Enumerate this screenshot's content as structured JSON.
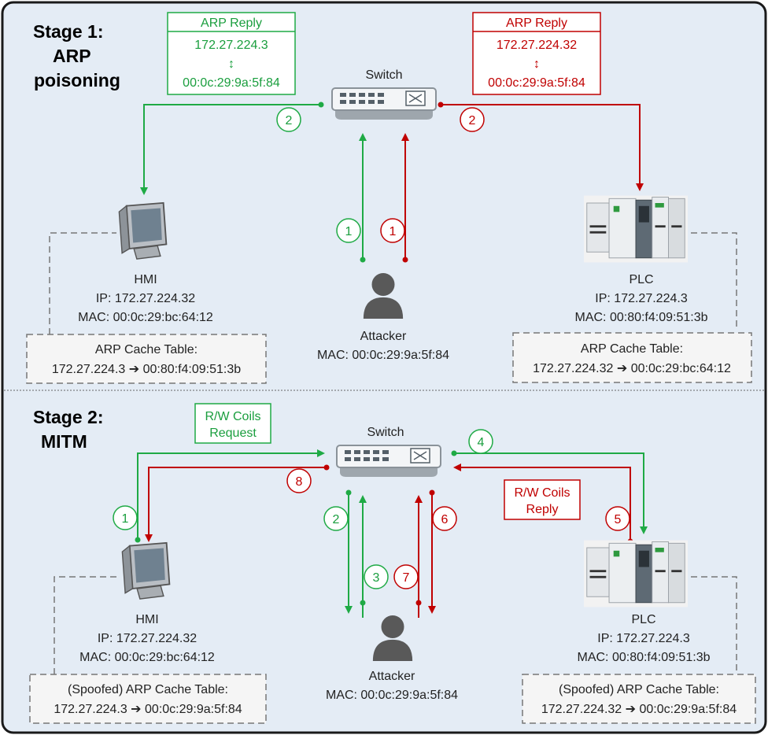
{
  "colors": {
    "green": "#1faa45",
    "red": "#c00000",
    "panel": "#e4ecf5",
    "border": "#1a1a1a"
  },
  "stage1": {
    "title_line1": "Stage 1:",
    "title_line2": "ARP",
    "title_line3": "poisoning",
    "switch_label": "Switch",
    "arp_reply_green": {
      "title": "ARP Reply",
      "ip": "172.27.224.3",
      "arrow": "↕",
      "mac": "00:0c:29:9a:5f:84"
    },
    "arp_reply_red": {
      "title": "ARP Reply",
      "ip": "172.27.224.32",
      "arrow": "↕",
      "mac": "00:0c:29:9a:5f:84"
    },
    "hmi": {
      "name": "HMI",
      "ip": "IP: 172.27.224.32",
      "mac": "MAC: 00:0c:29:bc:64:12"
    },
    "hmi_cache": {
      "title": "ARP Cache Table:",
      "entry": "172.27.224.3 ➔ 00:80:f4:09:51:3b"
    },
    "attacker": {
      "name": "Attacker",
      "mac": "MAC: 00:0c:29:9a:5f:84"
    },
    "plc": {
      "name": "PLC",
      "ip": "IP: 172.27.224.3",
      "mac": "MAC: 00:80:f4:09:51:3b"
    },
    "plc_cache": {
      "title": "ARP Cache Table:",
      "entry": "172.27.224.32 ➔ 00:0c:29:bc:64:12"
    },
    "steps": {
      "g1": "1",
      "r1": "1",
      "g2": "2",
      "r2": "2"
    }
  },
  "stage2": {
    "title_line1": "Stage 2:",
    "title_line2": "MITM",
    "switch_label": "Switch",
    "request_box": {
      "line1": "R/W Coils",
      "line2": "Request"
    },
    "reply_box": {
      "line1": "R/W Coils",
      "line2": "Reply"
    },
    "hmi": {
      "name": "HMI",
      "ip": "IP: 172.27.224.32",
      "mac": "MAC: 00:0c:29:bc:64:12"
    },
    "hmi_cache": {
      "title": "(Spoofed) ARP Cache Table:",
      "entry": "172.27.224.3 ➔ 00:0c:29:9a:5f:84"
    },
    "attacker": {
      "name": "Attacker",
      "mac": "MAC: 00:0c:29:9a:5f:84"
    },
    "plc": {
      "name": "PLC",
      "ip": "IP: 172.27.224.3",
      "mac": "MAC: 00:80:f4:09:51:3b"
    },
    "plc_cache": {
      "title": "(Spoofed) ARP Cache Table:",
      "entry": "172.27.224.32 ➔ 00:0c:29:9a:5f:84"
    },
    "steps": {
      "s1": "1",
      "s2": "2",
      "s3": "3",
      "s4": "4",
      "s5": "5",
      "s6": "6",
      "s7": "7",
      "s8": "8"
    }
  }
}
